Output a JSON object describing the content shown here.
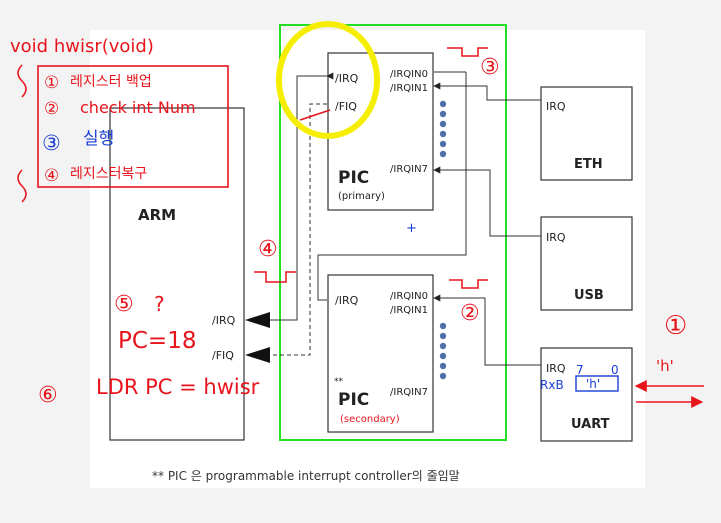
{
  "arm": {
    "title": "ARM",
    "irq": "/IRQ",
    "fiq": "/FIQ"
  },
  "pic_primary": {
    "title": "PIC",
    "subtitle": "(primary)",
    "irq_out": "/IRQ",
    "fiq_out": "/FIQ",
    "in0": "/IRQIN0",
    "in1": "/IRQIN1",
    "in7": "/IRQIN7"
  },
  "pic_secondary": {
    "title": "PIC",
    "subtitle": "(secondary)",
    "note_mark": "**",
    "irq_out": "/IRQ",
    "in0": "/IRQIN0",
    "in1": "/IRQIN1",
    "in7": "/IRQIN7"
  },
  "eth": {
    "irq": "IRQ",
    "name": "ETH"
  },
  "usb": {
    "irq": "IRQ",
    "name": "USB"
  },
  "uart": {
    "irq": "IRQ",
    "name": "UART",
    "rxb_label": "RxB",
    "rxb_value": "'h'",
    "bit_hi": "7",
    "bit_lo": "0"
  },
  "plus_mark": "+",
  "footnote": "** PIC 은 programmable interrupt controller의 줄임말",
  "annotations": {
    "func_sig": "void hwisr(void)",
    "step1_num": "①",
    "step1_text": "레지스터 백업",
    "step2_num": "②",
    "step2_text": "check int Num",
    "step3_num": "③",
    "step3_text": "실행",
    "step4_num": "④",
    "step4_text": "레지스터복구",
    "pic_circle_3": "③",
    "secondary_circle_2": "②",
    "circle_4": "④",
    "circle_5": "⑤",
    "question": "?",
    "pc_value": "PC=18",
    "circle_6": "⑥",
    "ldr_text": "LDR PC = hwisr",
    "circle_1": "①",
    "char_h": "'h'"
  },
  "colors": {
    "annotation_red": "#e8141c",
    "annotation_blue": "#1a3fd6",
    "highlight": "#f5ee00",
    "frame_green": "#22dd22",
    "dot_blue": "#4f6fa8"
  }
}
